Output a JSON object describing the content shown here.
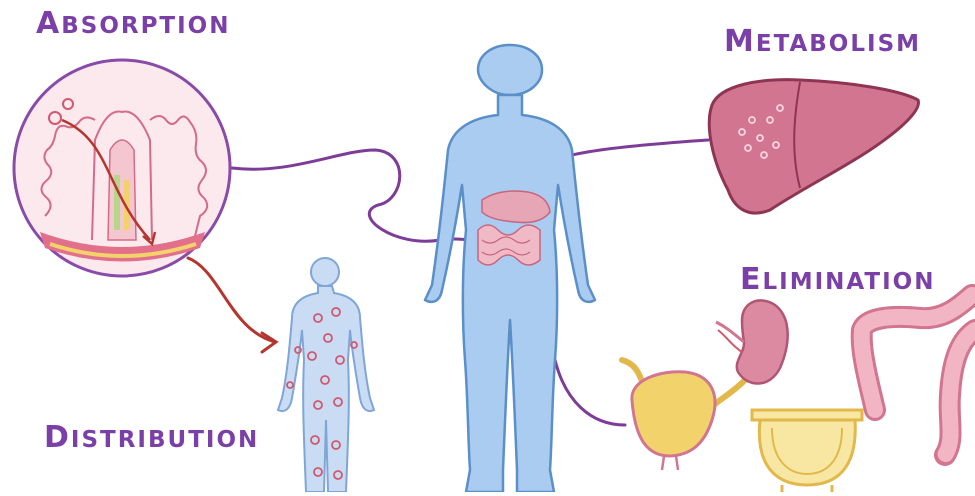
{
  "labels": {
    "absorption": {
      "first": "A",
      "rest": "BSORPTION"
    },
    "metabolism": {
      "first": "M",
      "rest": "ETABOLISM"
    },
    "elimination": {
      "first": "E",
      "rest": "LIMINATION"
    },
    "distribution": {
      "first": "D",
      "rest": "ISTRIBUTION"
    }
  },
  "colors": {
    "label_purple": "#7b3fa8",
    "connector_purple": "#7d3c98",
    "arrow_red": "#b5362f",
    "body_blue": "#a9ccf0",
    "body_outline": "#5b8fc8",
    "organ_pink": "#e7a6b6",
    "liver": "#c9657e",
    "bladder_yellow": "#f2d36b"
  },
  "icons": [
    "intestinal-villus-icon",
    "human-body-icon",
    "liver-icon",
    "kidney-icon",
    "bladder-icon",
    "toilet-icon",
    "colon-icon",
    "blood-cells-body-icon"
  ]
}
